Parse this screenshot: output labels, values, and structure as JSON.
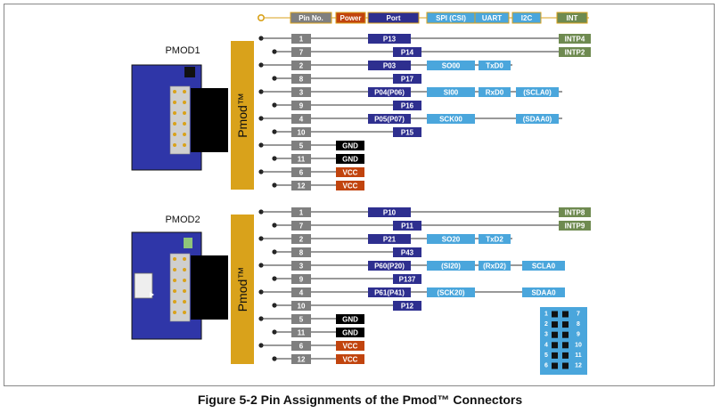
{
  "caption": "Figure 5-2   Pin Assignments of the Pmod™ Connectors",
  "legend": [
    {
      "label": "Pin No.",
      "color": "#7f7f7f",
      "text_color": "#ffffff"
    },
    {
      "label": "Power",
      "color": "#c1440e",
      "text_color": "#ffffff"
    },
    {
      "label": "Port",
      "color": "#2e2f8f",
      "text_color": "#ffffff"
    },
    {
      "label": "SPI (CSI)",
      "color": "#4aa6dc",
      "text_color": "#ffffff"
    },
    {
      "label": "UART",
      "color": "#4aa6dc",
      "text_color": "#ffffff"
    },
    {
      "label": "I2C",
      "color": "#4aa6dc",
      "text_color": "#ffffff"
    },
    {
      "label": "INT",
      "color": "#6e8a50",
      "text_color": "#ffffff"
    }
  ],
  "connectors": [
    {
      "label": "PMOD1",
      "bar_label": "Pmod™",
      "rows": [
        {
          "pin": "1",
          "port": "P13",
          "int": "INTP4"
        },
        {
          "pin": "7",
          "port": "P14",
          "int": "INTP2"
        },
        {
          "pin": "2",
          "port": "P03",
          "spi": "SO00",
          "uart": "TxD0"
        },
        {
          "pin": "8",
          "port": "P17"
        },
        {
          "pin": "3",
          "port": "P04(P06)",
          "spi": "SI00",
          "uart": "RxD0",
          "i2c": "(SCLA0)"
        },
        {
          "pin": "9",
          "port": "P16"
        },
        {
          "pin": "4",
          "port": "P05(P07)",
          "spi": "SCK00",
          "i2c": "(SDAA0)"
        },
        {
          "pin": "10",
          "port": "P15"
        },
        {
          "pin": "5",
          "power": "GND",
          "power_type": "gnd"
        },
        {
          "pin": "11",
          "power": "GND",
          "power_type": "gnd"
        },
        {
          "pin": "6",
          "power": "VCC",
          "power_type": "vcc"
        },
        {
          "pin": "12",
          "power": "VCC",
          "power_type": "vcc"
        }
      ]
    },
    {
      "label": "PMOD2",
      "bar_label": "Pmod™",
      "rows": [
        {
          "pin": "1",
          "port": "P10",
          "int": "INTP8"
        },
        {
          "pin": "7",
          "port": "P11",
          "int": "INTP9"
        },
        {
          "pin": "2",
          "port": "P21",
          "spi": "SO20",
          "uart": "TxD2"
        },
        {
          "pin": "8",
          "port": "P43"
        },
        {
          "pin": "3",
          "port": "P60(P20)",
          "spi": "(SI20)",
          "uart": "(RxD2)",
          "i2c": "SCLA0"
        },
        {
          "pin": "9",
          "port": "P137"
        },
        {
          "pin": "4",
          "port": "P61(P41)",
          "spi": "(SCK20)",
          "i2c": "SDAA0"
        },
        {
          "pin": "10",
          "port": "P12"
        },
        {
          "pin": "5",
          "power": "GND",
          "power_type": "gnd"
        },
        {
          "pin": "11",
          "power": "GND",
          "power_type": "gnd"
        },
        {
          "pin": "6",
          "power": "VCC",
          "power_type": "vcc"
        },
        {
          "pin": "12",
          "power": "VCC",
          "power_type": "vcc"
        }
      ]
    }
  ],
  "pinout": {
    "left": [
      "1",
      "2",
      "3",
      "4",
      "5",
      "6"
    ],
    "right": [
      "7",
      "8",
      "9",
      "10",
      "11",
      "12"
    ]
  },
  "colors": {
    "pin": "#7f7f7f",
    "port": "#2e2f8f",
    "func": "#4aa6dc",
    "int": "#6e8a50",
    "gnd": "#000000",
    "vcc": "#c1440e",
    "pmod_bar": "#d9a21b",
    "board": "#2f36a8",
    "pinout_bg": "#4aa6dc"
  }
}
